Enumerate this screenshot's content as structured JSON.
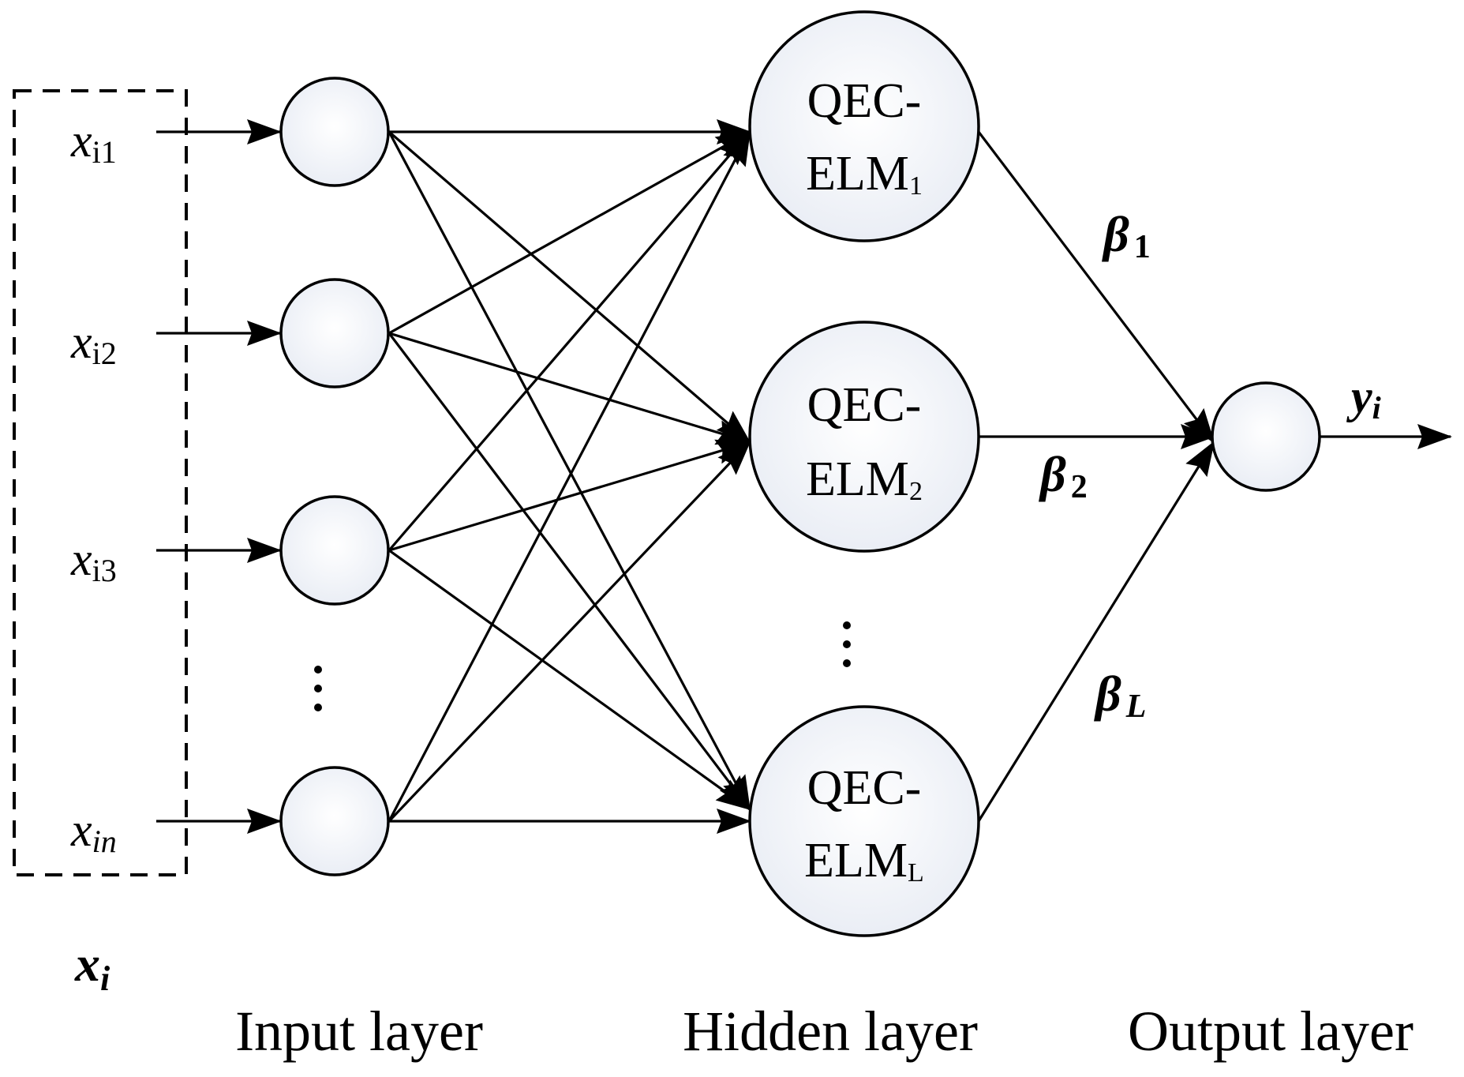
{
  "inputs": [
    {
      "base": "x",
      "sub": "i1"
    },
    {
      "base": "x",
      "sub": "i2"
    },
    {
      "base": "x",
      "sub": "i3"
    },
    {
      "base": "x",
      "sub": "in"
    }
  ],
  "input_vector": {
    "base": "x",
    "sub": "i"
  },
  "hidden_nodes": [
    {
      "line1": "QEC-",
      "line2": "ELM",
      "sub": "1"
    },
    {
      "line1": "QEC-",
      "line2": "ELM",
      "sub": "2"
    },
    {
      "line1": "QEC-",
      "line2": "ELM",
      "sub": "L"
    }
  ],
  "weights": [
    {
      "base": "β",
      "sub": "1"
    },
    {
      "base": "β",
      "sub": "2"
    },
    {
      "base": "β",
      "sub": "L"
    }
  ],
  "output": {
    "base": "y",
    "sub": "i"
  },
  "layer_labels": {
    "input": "Input layer",
    "hidden": "Hidden layer",
    "output": "Output layer"
  }
}
